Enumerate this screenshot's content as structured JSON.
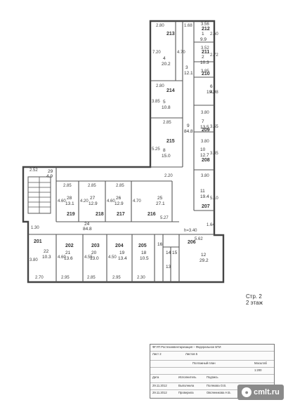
{
  "rooms": [
    {
      "id": "213",
      "index": "4",
      "area": "20.2"
    },
    {
      "id": "212",
      "index": "1",
      "area": "9.9"
    },
    {
      "id": "211",
      "index": "2",
      "area": "10.3"
    },
    {
      "id": "210",
      "index": "3",
      "area": "12.1"
    },
    {
      "id": "214",
      "index": "5",
      "area": "10.8"
    },
    {
      "id": "215",
      "index": "8",
      "area": "15.0"
    },
    {
      "id": "209",
      "index": "7",
      "area": "13.5"
    },
    {
      "id": "208",
      "index": "10",
      "area": "12.7"
    },
    {
      "id": "207",
      "index": "11",
      "area": "19.4"
    },
    {
      "id": "219",
      "index": "28",
      "area": "13.1"
    },
    {
      "id": "218",
      "index": "27",
      "area": "12.9"
    },
    {
      "id": "217",
      "index": "26",
      "area": "12.9"
    },
    {
      "id": "216",
      "index": "25",
      "area": "27.1"
    },
    {
      "id": "201",
      "index": "22",
      "area": "10.3"
    },
    {
      "id": "202",
      "index": "21",
      "area": "13.6"
    },
    {
      "id": "203",
      "index": "20",
      "area": "13.0"
    },
    {
      "id": "204",
      "index": "19",
      "area": "13.4"
    },
    {
      "id": "205",
      "index": "18",
      "area": "10.5"
    },
    {
      "id": "206",
      "index": "12",
      "area": "29.2"
    }
  ],
  "other_labels": {
    "corr_a": "6",
    "corr_a_area": "19.2",
    "corr_b": "9",
    "corr_b_area": "84.8",
    "corr_c": "24",
    "corr_c_area": "84.8",
    "stair_index": "29",
    "stair_area": "4.9",
    "wc_a": "16",
    "wc_b": "14",
    "wc_c": "15",
    "wc_d": "13"
  },
  "dims": {
    "d_280a": "2.80",
    "d_168": "1.68",
    "d_356": "3.56",
    "d_260": "2.60",
    "d_720": "7.20",
    "d_470": "4.70",
    "d_352": "3.52",
    "d_272": "2.72",
    "d_385a": "3.85",
    "d_498": "4.98",
    "d_280b": "2.80",
    "d_385b": "3.85",
    "d_380a": "3.80",
    "d_355": "3.55",
    "d_285a": "2.85",
    "d_525": "5.25",
    "d_380b": "3.80",
    "d_335": "3.35",
    "d_220": "2.20",
    "d_380c": "3.80",
    "d_510": "5.10",
    "d_252": "2.52",
    "d_285b": "2.85",
    "d_285c": "2.85",
    "d_285d": "2.85",
    "d_460a": "4.60",
    "d_420": "4.20",
    "d_460b": "4.60",
    "d_470b": "4.70",
    "d_527": "5.27",
    "d_130": "1.30",
    "d_164": "1.64",
    "d_h": "h=3.40",
    "d_562": "5.62",
    "d_380d": "3.80",
    "d_460c": "4.60",
    "d_455": "4.55",
    "d_450": "4.50",
    "d_270": "2.70",
    "d_295a": "2.95",
    "d_285e": "2.85",
    "d_295b": "2.95",
    "d_230": "2.30"
  },
  "page_note": {
    "line1": "Стр. 2",
    "line2": "2 этаж"
  },
  "stamp": {
    "company_header": "ФГУП Ростехинвентаризация – Федеральное БТИ",
    "col1": "Лист 2",
    "col2": "Листов 5",
    "plan_title": "Поэтажный план",
    "scale_label": "Масштаб",
    "scale_value": "1:200",
    "head_date": "Дата",
    "head_executor": "Исполнитель",
    "head_sign": "Подпись",
    "row1_date": "29.11.2012",
    "row1_role": "Выполнила",
    "row1_name": "Полякова О.В.",
    "row2_date": "29.11.2012",
    "row2_role": "Проверила",
    "row2_name": "Овсянникова Н.Б."
  },
  "watermark": {
    "text": "cmlt.ru"
  }
}
